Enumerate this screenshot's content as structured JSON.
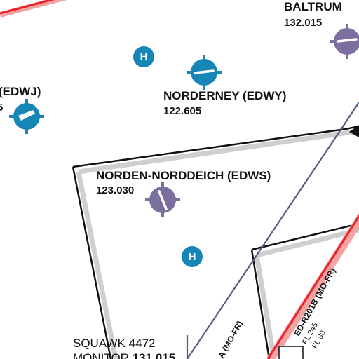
{
  "airfields": [
    {
      "name": "BALTRUM",
      "freq": "132.015"
    },
    {
      "name": "NORDERNEY (EDWY)",
      "freq": "122.605"
    },
    {
      "name": "NORDEN-NORDDEICH (EDWS)",
      "freq": "123.030"
    },
    {
      "name": "(EDWJ)",
      "freq": "5"
    }
  ],
  "heliports": [
    {
      "letter": "H"
    },
    {
      "letter": "H"
    }
  ],
  "squawk": {
    "label": "SQUAWK",
    "code": "4472"
  },
  "monitor": {
    "label": "MONITOR",
    "freq": "131.015"
  },
  "airspace": {
    "restricted_name": "ED-R201B (MO-FR)",
    "upper_limit": "FL 245",
    "lower_limit": "FL 80",
    "partial_label": "A (MO-FR)"
  },
  "colors": {
    "airfield_purple": "#7b6fa0",
    "airfield_blue": "#1586b5",
    "heliport_blue": "#1586b5",
    "restricted_red": "#e8242a",
    "route_slate": "#535c7c",
    "buffer_grey": "#cfcfcf"
  }
}
